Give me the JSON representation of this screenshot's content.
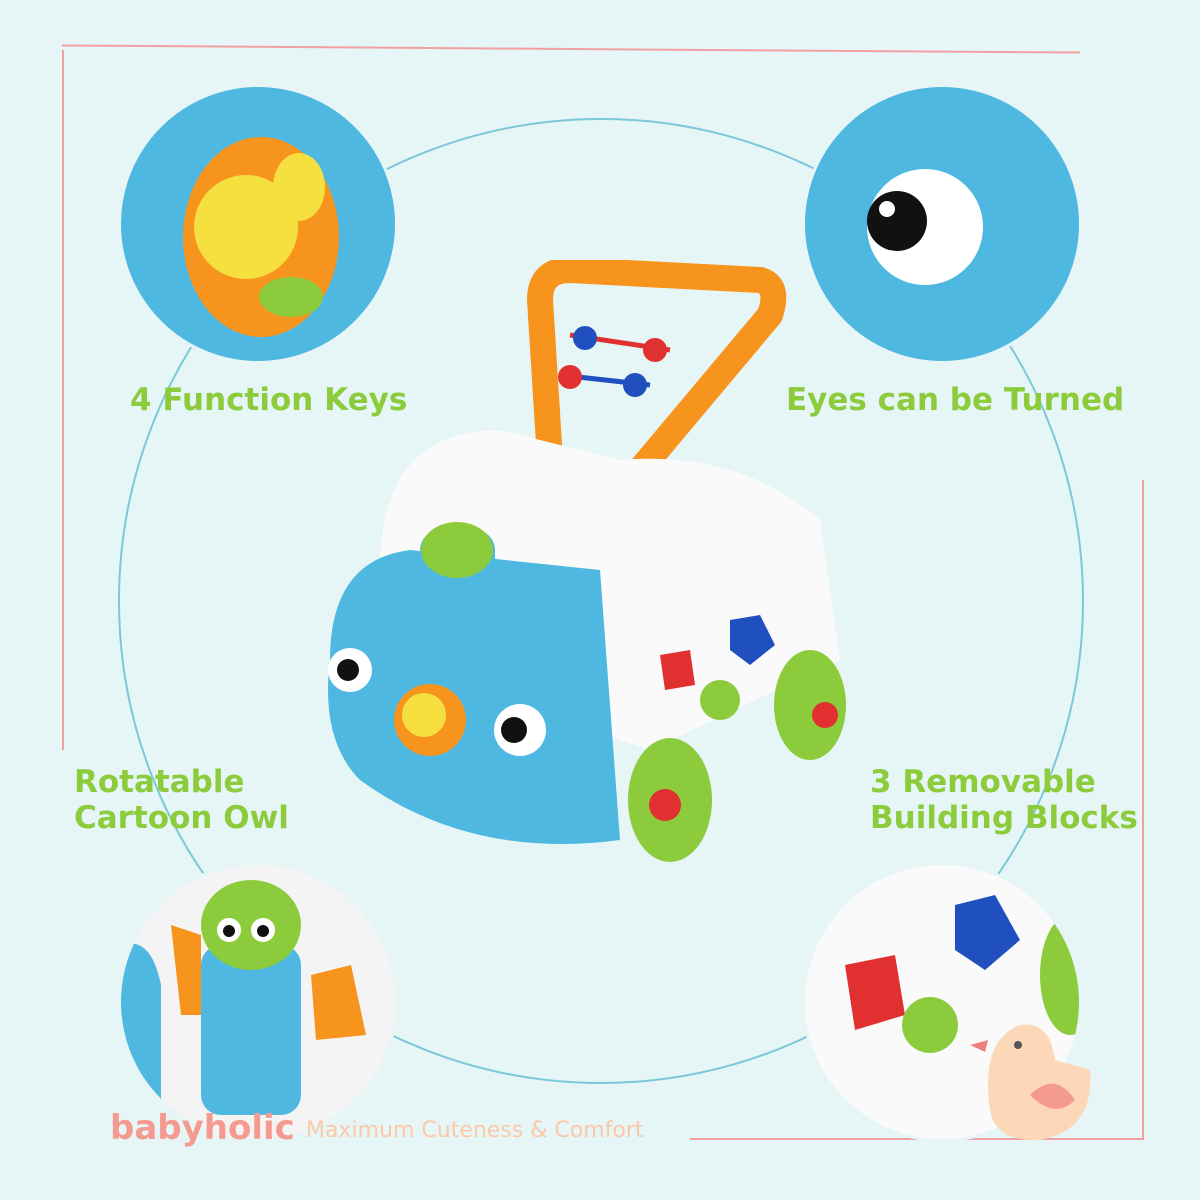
{
  "features": [
    {
      "label": "4 Function Keys"
    },
    {
      "label": "Eyes can be Turned"
    },
    {
      "label_line1": "Rotatable",
      "label_line2": "Cartoon Owl"
    },
    {
      "label_line1": "3 Removable",
      "label_line2": "Building Blocks"
    }
  ],
  "brand": {
    "name": "babyholic",
    "tagline": "Maximum Cuteness & Comfort"
  },
  "colors": {
    "background": "#e6f6f6",
    "label": "#8ccc3c",
    "toy_blue": "#4fb8e0",
    "handle": "#f7941d",
    "brand": "#f59a90"
  }
}
